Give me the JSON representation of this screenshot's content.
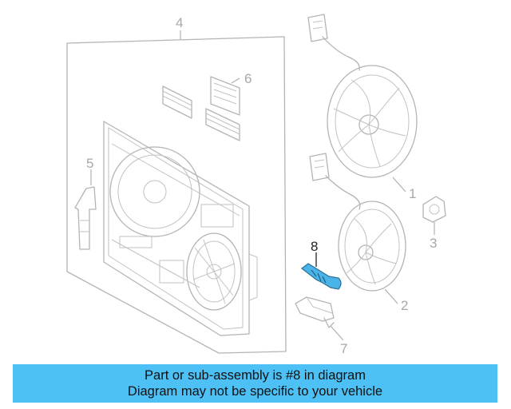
{
  "callouts": {
    "c1": "1",
    "c2": "2",
    "c3": "3",
    "c4": "4",
    "c5": "5",
    "c6": "6",
    "c7": "7",
    "c8": "8"
  },
  "highlight_color": "#4ab3e8",
  "banner": {
    "line1": "Part or sub-assembly is #8 in diagram",
    "line2": "Diagram may not be specific to your vehicle",
    "background": "#4dc0f5"
  }
}
